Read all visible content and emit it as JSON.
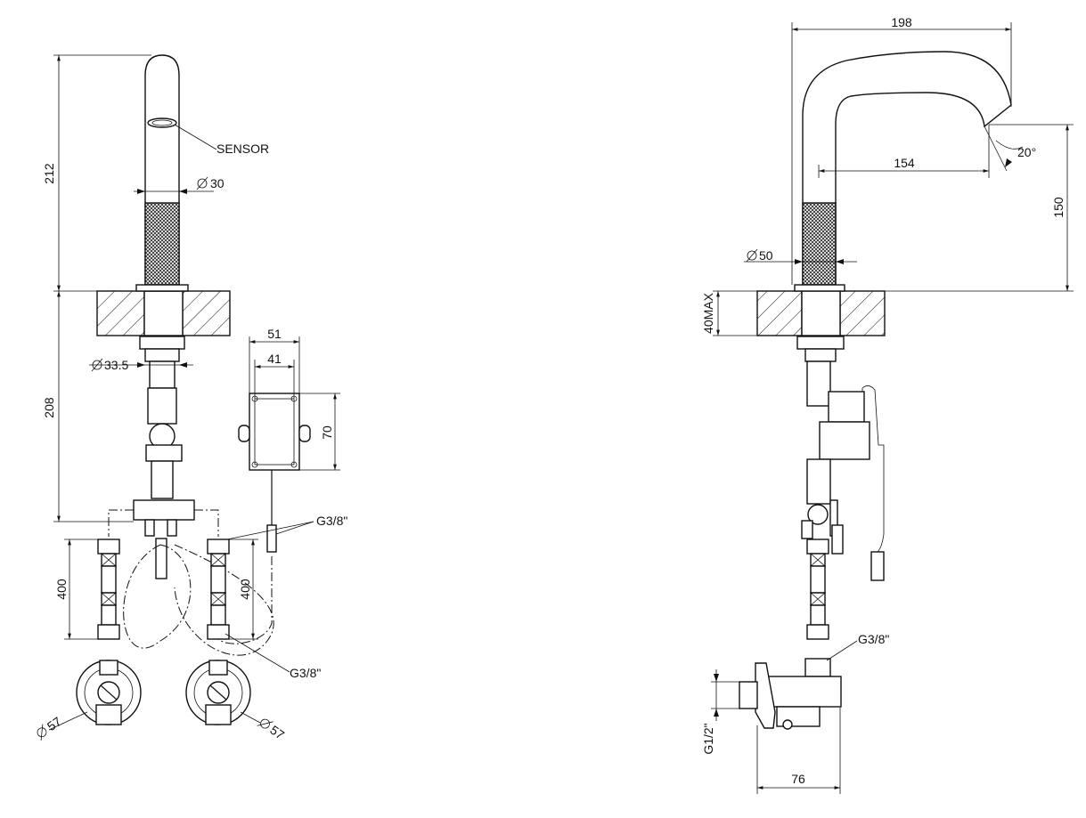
{
  "labels": {
    "sensor": "SENSOR",
    "pipe_thread": "G3/8\"",
    "inlet_thread": "G1/2\"",
    "max_thickness": "40MAX"
  },
  "front_view": {
    "height_above_deck": "212",
    "height_below_deck": "208",
    "spout_diameter": "30",
    "shank_diameter": "33.5",
    "hose_length_left": "400",
    "hose_length_right": "400",
    "valve_diameter_left": "57",
    "valve_diameter_right": "57",
    "control_box_width": "51",
    "control_box_inner_width": "41",
    "control_box_height": "70"
  },
  "side_view": {
    "overall_reach": "198",
    "spout_reach": "154",
    "spout_angle": "20°",
    "spout_height": "150",
    "body_diameter": "50",
    "valve_depth": "76"
  }
}
